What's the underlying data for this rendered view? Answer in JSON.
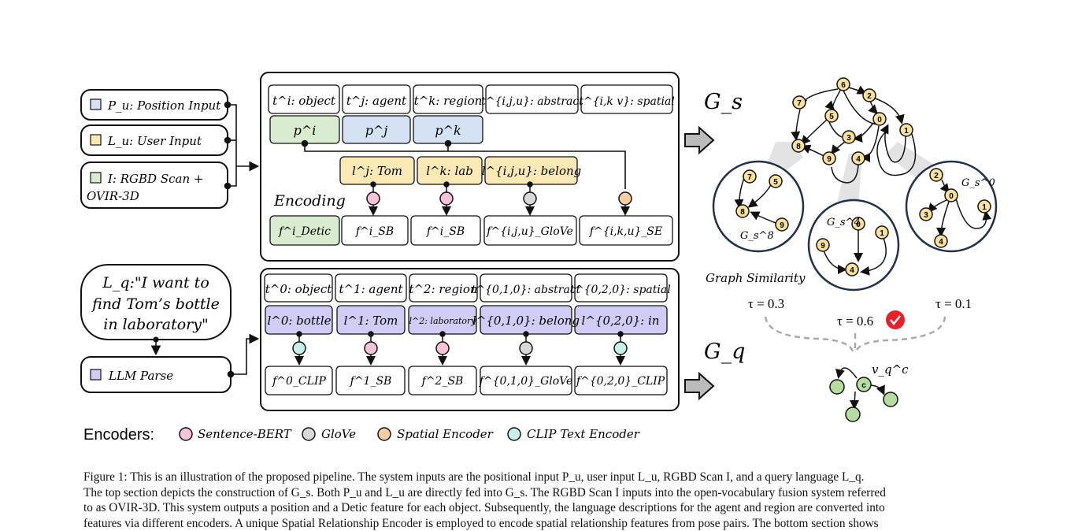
{
  "inputs": {
    "position": "P_u: Position Input",
    "user": "L_u: User Input",
    "rgbd_line1": "I: RGBD Scan +",
    "rgbd_line2": "OVIR-3D",
    "query_line1": "L_q:\"I want to",
    "query_line2": "find Tom’s bottle",
    "query_line3": "in laboratory\"",
    "llm": "LLM Parse"
  },
  "top": {
    "types": [
      "t^i: object",
      "t^j: agent",
      "t^k: region",
      "t^{i,j,u}: abstract",
      "t^{i,k v}: spatial"
    ],
    "positions": [
      "p^i",
      "p^j",
      "p^k"
    ],
    "labels": [
      "l^j: Tom",
      "l^k: lab",
      "l^{i,j,u}: belong"
    ],
    "encoding": "Encoding",
    "features": [
      "f^i_Detic",
      "f^i_SB",
      "f^i_SB",
      "f^{i,j,u}_GloVe",
      "f^{i,k,u}_SE"
    ]
  },
  "bottom": {
    "types": [
      "t^0: object",
      "t^1: agent",
      "t^2: region",
      "t^{0,1,0}: abstract",
      "t^{0,2,0}: spatial"
    ],
    "labels": [
      "l^0: bottle",
      "l^1: Tom",
      "l^2: laboratory",
      "l^{0,1,0}: belong",
      "l^{0,2,0}: in"
    ],
    "features": [
      "f^0_CLIP",
      "f^1_SB",
      "f^2_SB",
      "f^{0,1,0}_GloVe",
      "f^{0,2,0}_CLIP"
    ]
  },
  "graph": {
    "gs": "G_s",
    "gq": "G_q",
    "main_nodes": [
      "6",
      "7",
      "2",
      "5",
      "0",
      "1",
      "3",
      "8",
      "9",
      "4"
    ],
    "sub_labels": [
      "G_s^8",
      "G_s^4",
      "G_s^0"
    ],
    "similarity": "Graph Similarity",
    "taus": [
      "τ = 0.3",
      "τ = 0.6",
      "τ = 0.1"
    ],
    "vq": "v_q^c",
    "center_node": "c"
  },
  "legend": {
    "title": "Encoders:",
    "items": [
      "Sentence-BERT",
      "GloVe",
      "Spatial Encoder",
      "CLIP Text Encoder"
    ]
  },
  "colors": {
    "green": "#d9ecd0",
    "blue": "#d4e2f4",
    "yellow": "#fbe9b5",
    "purple": "#cfcdf6",
    "pink": "#f6c3d8",
    "grey": "#d9d9d9",
    "orange": "#f8cfa2",
    "cyan": "#c8f0ea",
    "node": "#fae29a",
    "check": "#e8202a"
  },
  "caption": {
    "lines": [
      "Figure 1: This is an illustration of the proposed pipeline. The system inputs are the positional input P_u, user input L_u, RGBD Scan I, and a query language L_q.",
      "The top section depicts the construction of G_s. Both P_u and L_u are directly fed into G_s. The RGBD Scan I inputs into the open-vocabulary fusion system referred",
      "to as OVIR-3D. This system outputs a position and a Detic feature for each object. Subsequently, the language descriptions for the agent and region are converted into",
      "features via different encoders. A unique Spatial Relationship Encoder is employed to encode spatial relationship features from pose pairs. The bottom section shows"
    ]
  }
}
